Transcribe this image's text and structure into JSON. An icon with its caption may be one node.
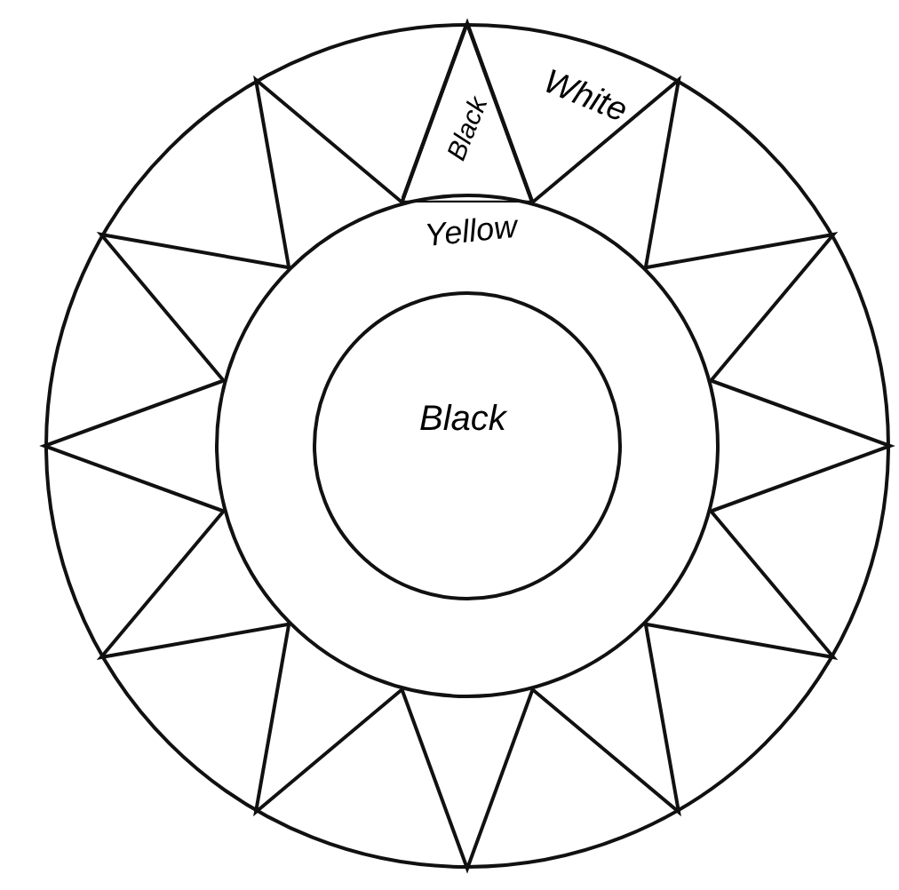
{
  "diagram": {
    "nodes": [
      {
        "text": [
          "White"
        ]
      },
      {
        "text": [
          "Black"
        ],
        "in": 0
      },
      {
        "text": [
          "Yellow"
        ],
        "in": 0
      },
      {
        "text": [
          "Black"
        ],
        "in": 2
      }
    ]
  }
}
